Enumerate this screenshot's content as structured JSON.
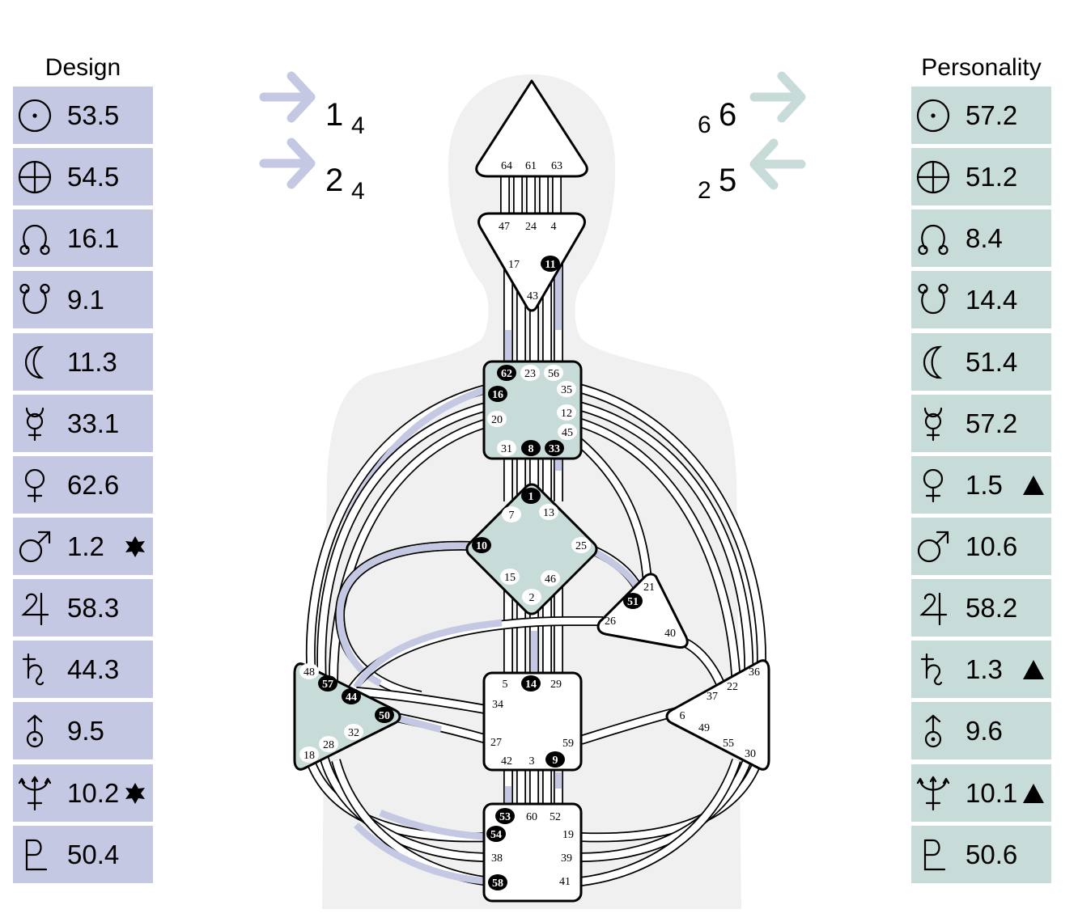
{
  "design": {
    "title": "Design",
    "rows": [
      {
        "planet": "sun-icon",
        "value": "53.5"
      },
      {
        "planet": "earth-icon",
        "value": "54.5"
      },
      {
        "planet": "north-node-icon",
        "value": "16.1"
      },
      {
        "planet": "south-node-icon",
        "value": "9.1"
      },
      {
        "planet": "moon-icon",
        "value": "11.3"
      },
      {
        "planet": "mercury-icon",
        "value": "33.1"
      },
      {
        "planet": "venus-icon",
        "value": "62.6"
      },
      {
        "planet": "mars-icon",
        "value": "1.2",
        "marker": "star-icon"
      },
      {
        "planet": "jupiter-icon",
        "value": "58.3"
      },
      {
        "planet": "saturn-icon",
        "value": "44.3"
      },
      {
        "planet": "uranus-icon",
        "value": "9.5"
      },
      {
        "planet": "neptune-icon",
        "value": "10.2",
        "marker": "star-icon"
      },
      {
        "planet": "pluto-icon",
        "value": "50.4"
      }
    ]
  },
  "personality": {
    "title": "Personality",
    "rows": [
      {
        "planet": "sun-icon",
        "value": "57.2"
      },
      {
        "planet": "earth-icon",
        "value": "51.2"
      },
      {
        "planet": "north-node-icon",
        "value": "8.4"
      },
      {
        "planet": "south-node-icon",
        "value": "14.4"
      },
      {
        "planet": "moon-icon",
        "value": "51.4"
      },
      {
        "planet": "mercury-icon",
        "value": "57.2"
      },
      {
        "planet": "venus-icon",
        "value": "1.5",
        "marker": "triangle-icon"
      },
      {
        "planet": "mars-icon",
        "value": "10.6"
      },
      {
        "planet": "jupiter-icon",
        "value": "58.2"
      },
      {
        "planet": "saturn-icon",
        "value": "1.3",
        "marker": "triangle-icon"
      },
      {
        "planet": "uranus-icon",
        "value": "9.6"
      },
      {
        "planet": "neptune-icon",
        "value": "10.1",
        "marker": "triangle-icon"
      },
      {
        "planet": "pluto-icon",
        "value": "50.6"
      }
    ]
  },
  "variables": {
    "design_top": {
      "main": "1",
      "sub": "4",
      "arrow": "right"
    },
    "design_bottom": {
      "main": "2",
      "sub": "4",
      "arrow": "right"
    },
    "personality_top": {
      "main": "6",
      "sub": "6",
      "arrow": "right"
    },
    "personality_bottom": {
      "main": "5",
      "sub": "2",
      "arrow": "left"
    }
  },
  "colors": {
    "design": "#c5c8e2",
    "personality": "#c7dbd9",
    "defined_center": "#c7dbd9",
    "activated_gate": "#000000",
    "silhouette": "#f0f0f0"
  },
  "centers": {
    "head": {
      "defined": false,
      "gates": [
        "64",
        "61",
        "63"
      ]
    },
    "ajna": {
      "defined": false,
      "gates": [
        "47",
        "24",
        "4",
        "17",
        "11",
        "43"
      ]
    },
    "throat": {
      "defined": true,
      "gates": [
        "62",
        "23",
        "56",
        "16",
        "35",
        "20",
        "12",
        "45",
        "31",
        "8",
        "33"
      ]
    },
    "g": {
      "defined": true,
      "gates": [
        "1",
        "7",
        "13",
        "10",
        "25",
        "15",
        "46",
        "2"
      ]
    },
    "ego": {
      "defined": false,
      "gates": [
        "21",
        "51",
        "26",
        "40"
      ]
    },
    "spleen": {
      "defined": true,
      "gates": [
        "48",
        "57",
        "44",
        "50",
        "32",
        "28",
        "18"
      ]
    },
    "sacral": {
      "defined": false,
      "gates": [
        "5",
        "14",
        "29",
        "34",
        "27",
        "59",
        "42",
        "3",
        "9"
      ]
    },
    "solar_plexus": {
      "defined": false,
      "gates": [
        "36",
        "37",
        "22",
        "6",
        "49",
        "55",
        "30"
      ]
    },
    "root": {
      "defined": false,
      "gates": [
        "53",
        "60",
        "52",
        "54",
        "19",
        "38",
        "39",
        "58",
        "41"
      ]
    }
  },
  "activated_gates": [
    "11",
    "62",
    "16",
    "8",
    "33",
    "1",
    "10",
    "51",
    "57",
    "44",
    "50",
    "14",
    "9",
    "53",
    "54",
    "58"
  ]
}
